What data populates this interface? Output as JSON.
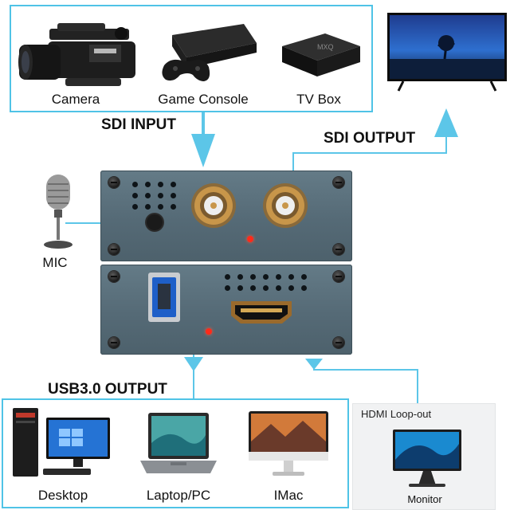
{
  "sdi_input": {
    "heading": "SDI INPUT",
    "devices": [
      {
        "label": "Camera",
        "icon": "camera-icon"
      },
      {
        "label": "Game Console",
        "icon": "game-console-icon"
      },
      {
        "label": "TV Box",
        "icon": "tv-box-icon"
      }
    ],
    "tv_box_brand": "MXQ"
  },
  "sdi_output": {
    "heading": "SDI OUTPUT",
    "device_icon": "tv-icon"
  },
  "mic": {
    "label": "MIC",
    "icon": "microphone-icon"
  },
  "usb_output": {
    "heading": "USB3.0 OUTPUT",
    "devices": [
      {
        "label": "Desktop",
        "icon": "desktop-icon"
      },
      {
        "label": "Laptop/PC",
        "icon": "laptop-icon"
      },
      {
        "label": "IMac",
        "icon": "imac-icon"
      }
    ]
  },
  "hdmi_loop": {
    "title": "HDMI Loop-out",
    "device_label": "Monitor",
    "icon": "monitor-icon"
  },
  "colors": {
    "frame": "#4fc3e6",
    "arrow": "#5cc6e8",
    "panel": "#5b707c",
    "led": "#ff2a1a",
    "bnc": "#b8843e"
  }
}
